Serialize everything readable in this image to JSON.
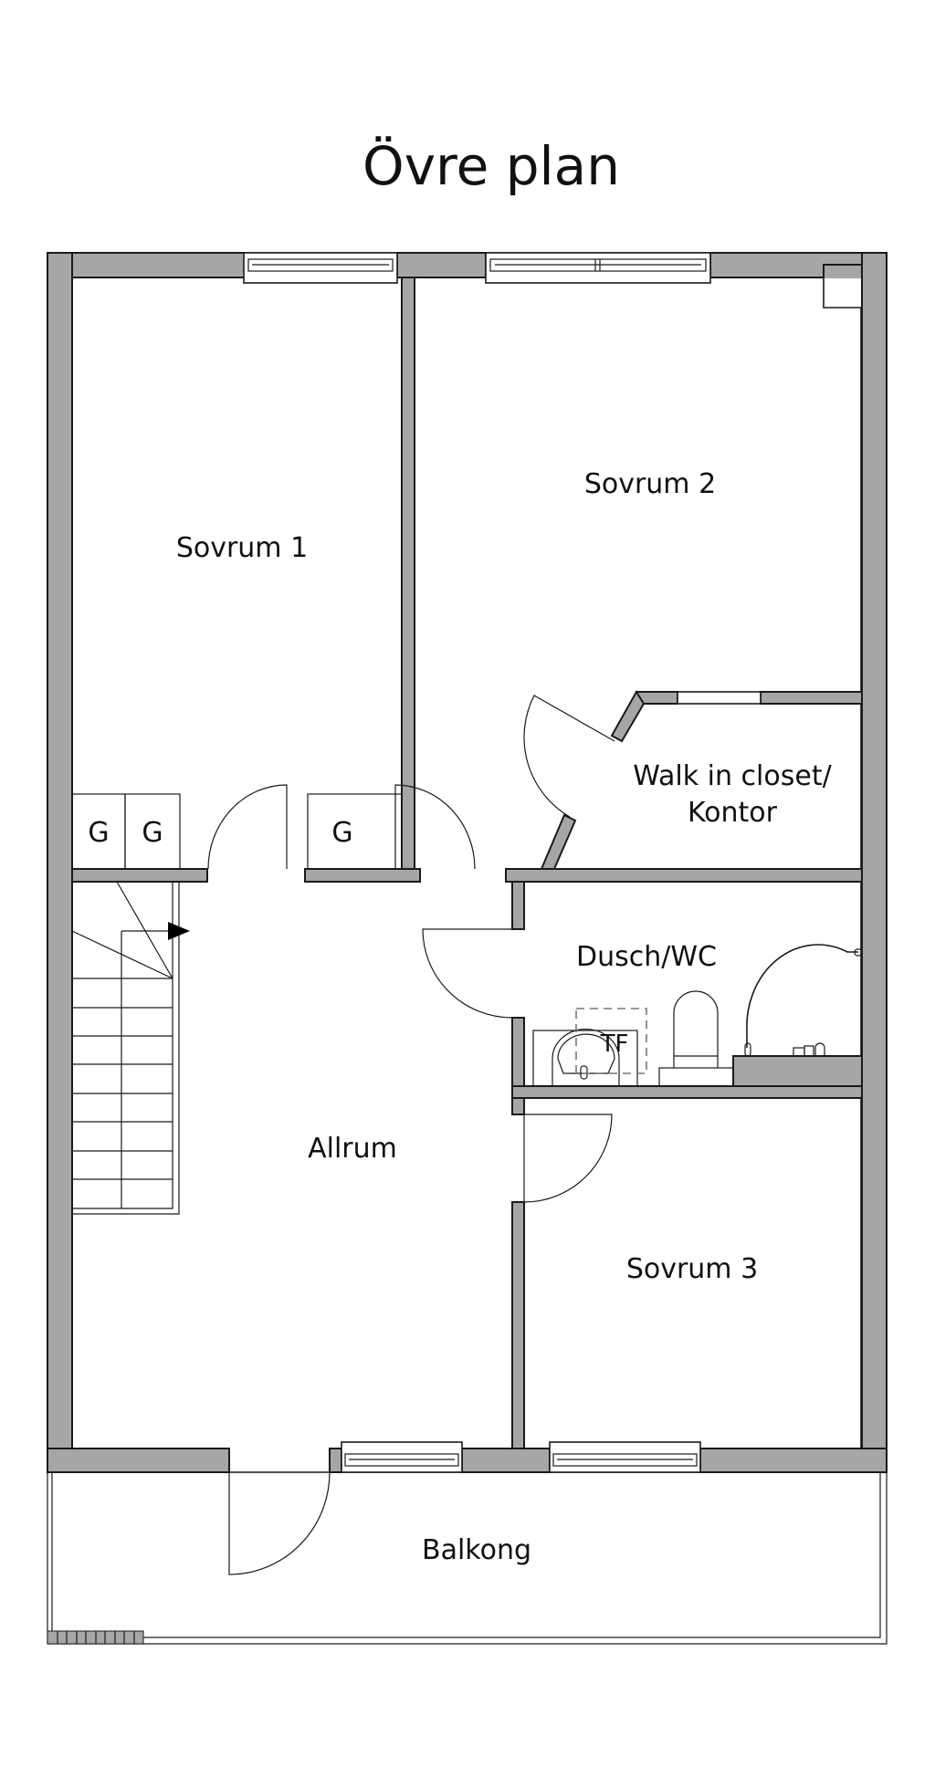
{
  "title": "Övre plan",
  "rooms": {
    "sovrum1": "Sovrum 1",
    "sovrum2": "Sovrum 2",
    "walkin_line1": "Walk in closet/",
    "walkin_line2": "Kontor",
    "dusch": "Dusch/WC",
    "allrum": "Allrum",
    "sovrum3": "Sovrum 3",
    "balkong": "Balkong"
  },
  "wardrobes": [
    "G",
    "G",
    "G"
  ],
  "fixtures": {
    "washer_dryer": "TF"
  },
  "colors": {
    "wall": "#a6a6a6",
    "line": "#1a1a1a",
    "background": "#ffffff"
  }
}
